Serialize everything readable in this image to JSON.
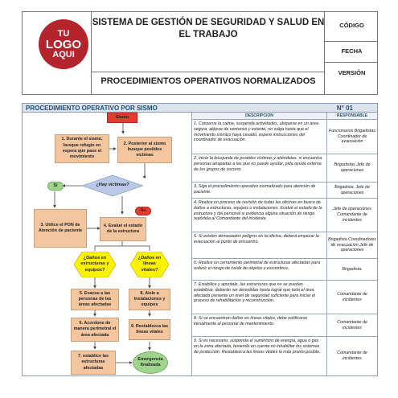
{
  "header": {
    "logo": {
      "line1": "TU",
      "line2": "LOGO",
      "line3": "AQUI"
    },
    "title": "SISTEMA DE GESTIÓN DE SEGURIDAD Y SALUD EN EL TRABAJO",
    "subtitle": "PROCEDIMIENTOS OPERATIVOS NORMALIZADOS",
    "codigo_label": "CÓDIGO",
    "fecha_label": "FECHA",
    "version_label": "VERSIÓN"
  },
  "procedure": {
    "title": "PROCEDIMIENTO OPERATIVO POR SISMO",
    "number": "N° 01",
    "columns": {
      "description": "DESCRIPCION",
      "responsible": "RESPONSABLE"
    }
  },
  "flowchart": {
    "start": "Sismo",
    "step1": "1. Durante el sismo, busque refugio en espera que pase el movimiento",
    "step2": "2. Posterior al sismo busque posibles víctimas",
    "decision_victims": "¿Hay víctimas?",
    "yes": "Sí",
    "no": "No",
    "step3": "3. Utilice el PON de Atención de paciente",
    "step4": "4. Evalué el estado de la estructura",
    "decision_damage_structure": "¿Daños en estructuras y equipos?",
    "decision_damage_lines": "¿Daños en líneas vitales?",
    "step5": "5. Evacue a las personas de las áreas afectadas",
    "step6": "6. Acordone de manera perimetral el área afectada",
    "step7": "7. establice las estructuras afectadas",
    "step8": "8. Aisle a Instalaciones y equipos",
    "step9": "9. Restablezca las lineas vitales",
    "end": "Emergencia finalizada"
  },
  "rows": [
    {
      "description": "1. Conserve la calma, suspenda actividades, ubiquese en un área segura, aléjese de ventanas y estante, no salga hasta que el movimiento sísmico haya cesado, espere instrucciones del coordinador de evacuación.",
      "responsible": "Funcionarios Brigadistas Coordinador de evacuación"
    },
    {
      "description": "2. Inicie la búsqueda de posibles víctimas y atiéndalas, si encuentra personas atrapadas a las que no puede ayudar, pida ayuda externa de los grupos de socorro.",
      "responsible": "Brigadistas Jefe de operaciones"
    },
    {
      "description": "3. Siga el procedimiento operativo normalizado para atención de paciente.",
      "responsible": "Brigadista. Jefe de operaciones"
    },
    {
      "description": "4. Realice un proceso de revisión de todas las oficinas en busca de daños a estructuras, equipos o instalaciones. Evalué el estado de la estructura y del personal si evidencia alguna situación de riesgo repórtela al Comandante del incidente.",
      "responsible": "Jefe de operaciones Comandante de incidentes"
    },
    {
      "description": "5. Si existen demasiados peligros en la oficina, deberá empezar la evacuación al punto de encuentro.",
      "responsible": "Brigadista Coordinadores de evacuación Jefe de operaciones"
    },
    {
      "description": "6. Realice un cerramiento perimetral de estructuras afectadas para reducir el riesgo de caída de objetos y escombros.",
      "responsible": "Brigadista."
    },
    {
      "description": "7. Estabilice y apuntale, las estructuras que no se puedan estabilizar, deberán ser demolidas hasta lograr que toda el área afectada presente un nivel de seguridad suficiente para iniciar el proceso de rehabilitación y reconstrucción.",
      "responsible": "Comandante de incidentes"
    },
    {
      "description": "8. Si se encuentran daños en líneas vitales, debe notificarse inicialmente al personal de mantenimiento.",
      "responsible": "Comandante de incidentes"
    },
    {
      "description": "9. Si es necesario, suspenda el suministro de energía, agua o gas en la zona afectada, teniendo en cuenta no inhabilitar los sistemas de protección. Restablezca las líneas vitales lo más pronto posible.",
      "responsible": "Comandante de incidentes"
    }
  ],
  "colors": {
    "node": "#f4c6a0",
    "start": "#e63b2e",
    "decision_blue": "#b8c9e6",
    "decision_yellow": "#fff200",
    "end": "#9fd48d",
    "logo": "#b3242c"
  }
}
